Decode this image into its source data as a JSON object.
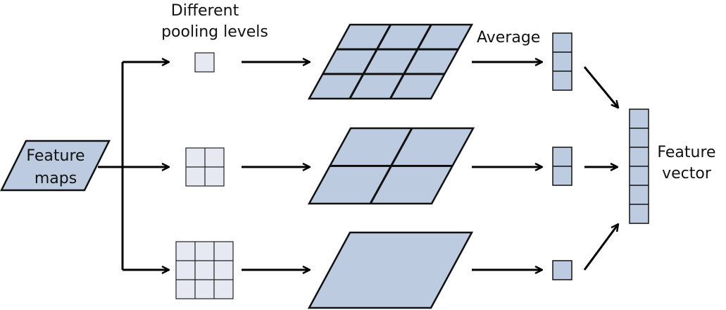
{
  "labels": {
    "input": [
      "Feature",
      "maps"
    ],
    "pooling": [
      "Different",
      "pooling levels"
    ],
    "average": "Average",
    "output": [
      "Feature",
      "vector"
    ]
  },
  "colors": {
    "blue_fill": "#bccbe0",
    "grid_fill": "#e6e8f2",
    "stroke": "#111111"
  },
  "levels": [
    {
      "grid": 1,
      "pooled_grid": 3,
      "average_cells": 3
    },
    {
      "grid": 2,
      "pooled_grid": 2,
      "average_cells": 2
    },
    {
      "grid": 3,
      "pooled_grid": 1,
      "average_cells": 1
    }
  ],
  "feature_vector_cells": 6
}
